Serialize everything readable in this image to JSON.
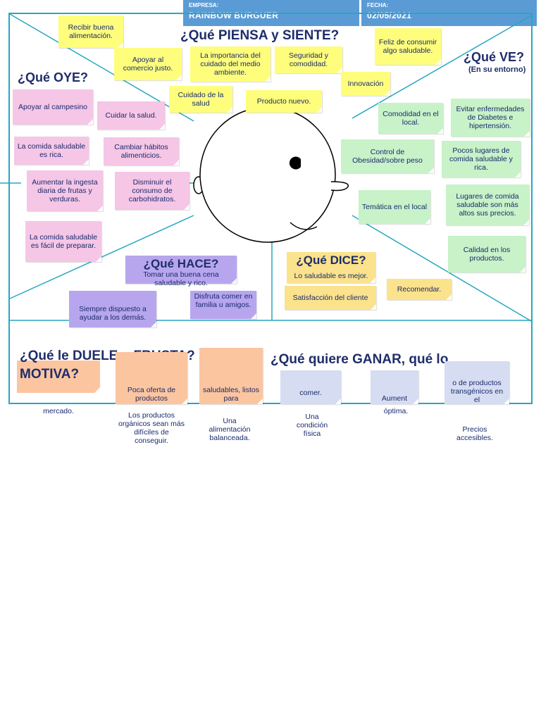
{
  "header": {
    "company_label": "EMPRESA:",
    "company_value": "RAINBOW BURGUER",
    "date_label": "FECHA:",
    "date_value": "02/05/2021"
  },
  "headings": {
    "piensa": "¿Qué PIENSA y SIENTE?",
    "oye": "¿Qué OYE?",
    "ve": "¿Qué VE?",
    "ve_sub": "(En su entorno)",
    "hace": "¿Qué HACE?",
    "dice": "¿Qué DICE?",
    "duele_line1": "¿Qué le DUELE o  FRUSTA?",
    "duele_line2": "MOTIVA?",
    "ganar": "¿Qué quiere GANAR, qué lo"
  },
  "piensa_notes": [
    "Recibir buena alimentación.",
    "Apoyar al comercio justo.",
    "La importancia del cuidado del medio ambiente.",
    "Seguridad y comodidad.",
    "Feliz de consumir algo saludable.",
    "Innovación",
    "Cuidado de la salud",
    "Producto nuevo."
  ],
  "oye_notes": [
    "Apoyar al campesino",
    "Cuidar la salud.",
    "La comida saludable es rica.",
    "Cambiar hábitos alimenticios.",
    "Aumentar la ingesta diaria de frutas y verduras.",
    "Disminuir el consumo de carbohidratos.",
    "La comida saludable es fácil de preparar."
  ],
  "ve_notes": [
    "Comodidad en el local.",
    "Evitar enfermedades de Diabetes e hipertensión.",
    "Control de Obesidad/sobre peso",
    "Pocos lugares de comida saludable y rica.",
    "Temática en el local",
    "Lugares de comida saludable son más altos sus precios.",
    "Calidad en los productos."
  ],
  "hace_notes": [
    "Tomar una buena cena saludable y rico.",
    "Siempre dispuesto a ayudar a los demás.",
    "Disfruta comer en familia u amigos."
  ],
  "dice_notes": [
    "Lo saludable es mejor.",
    "Satisfacción del cliente",
    "Recomendar."
  ],
  "duele_notes": [
    "Poca oferta de productos",
    "saludables, listos para",
    "mercado.",
    "Los productos orgánicos sean más difíciles de conseguir.",
    "Una alimentación balanceada."
  ],
  "ganar_notes": [
    "comer.",
    "Aument",
    "óptima.",
    "o de productos transgénicos en el",
    "Una condición física",
    "Precios accesibles."
  ],
  "colors": {
    "header": "#5b9bd5",
    "frame": "#26a7c2",
    "yellow_note": "#fefe7c",
    "pink_note": "#f5c6e6",
    "green_note": "#c8f2c8",
    "purple_note": "#b7a6ee",
    "orange_note": "#fbe28c",
    "salmon_note": "#fbc5a0",
    "blue_note": "#d6ddf2",
    "heading_text": "#1f2d6b"
  }
}
